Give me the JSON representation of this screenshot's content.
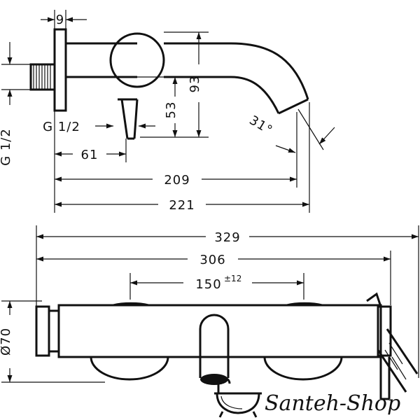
{
  "side_view": {
    "dims": {
      "wall_offset": "9",
      "spout_height": "93",
      "lever_height": "53",
      "spout_angle": "31°",
      "inlet_thread_vertical": "G 1/2",
      "inlet_thread_horizontal": "G 1/2",
      "lever_distance": "61",
      "spout_reach": "209",
      "overall_reach": "221"
    }
  },
  "front_view": {
    "dims": {
      "overall_width": "329",
      "body_width": "306",
      "centres": "150",
      "centres_tolerance": "±12",
      "body_diameter": "Ø70"
    }
  },
  "watermark": {
    "text": "Santeh-Shop"
  }
}
